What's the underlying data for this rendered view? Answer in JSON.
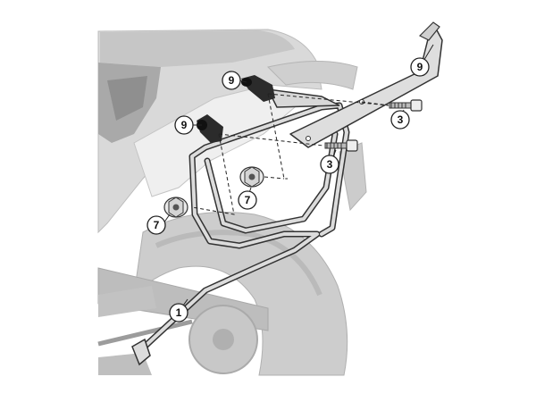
{
  "callouts": {
    "c1": "1",
    "c3a": "3",
    "c3b": "3",
    "c7a": "7",
    "c7b": "7",
    "c9a": "9",
    "c9b": "9",
    "c9c": "9"
  },
  "colors": {
    "background": "#ffffff",
    "motorcycle_fill": "#d6d6d6",
    "motorcycle_dark": "#9a9a9a",
    "frame_stroke": "#333333",
    "frame_fill": "#dcdcdc",
    "rubber_parts": "#2b2b2b",
    "leader_lines": "#222222"
  },
  "icons": {
    "bolt": "bolt-icon",
    "nut": "flange-nut-icon",
    "rubber": "rubber-spacer-icon"
  }
}
